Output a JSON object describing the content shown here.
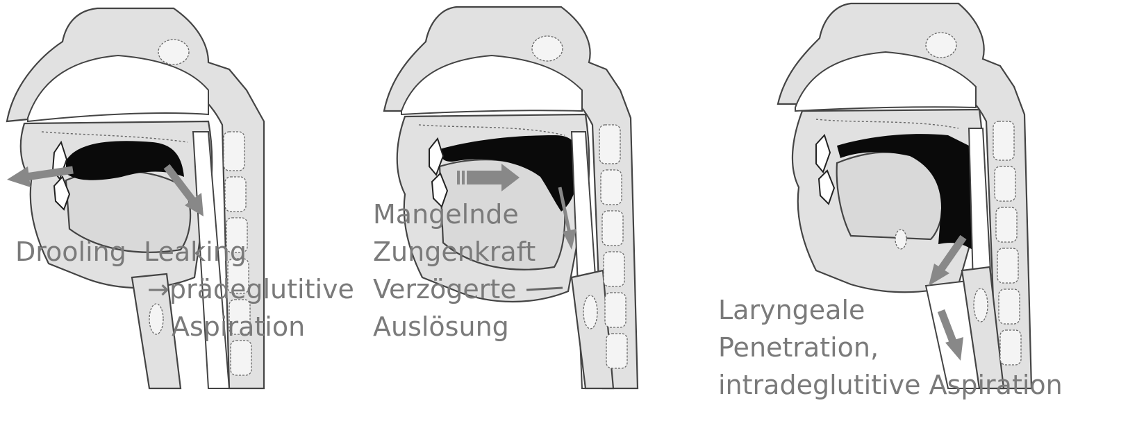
{
  "panels": [
    {
      "labels": {
        "drooling": "Drooling",
        "leaking": "Leaking",
        "praedeglutitive": "→prädeglutitive",
        "aspiration": "Aspiration"
      }
    },
    {
      "labels": {
        "mangelnde": "Mangelnde",
        "zungenkraft": "Zungenkraft",
        "verzoegerte": "Verzögerte",
        "ausloesung": "Auslösung"
      }
    },
    {
      "labels": {
        "laryngeale": "Laryngeale",
        "penetration": "Penetration,",
        "intradeglutitive": "intradeglutitive Aspiration"
      }
    }
  ],
  "colors": {
    "label_text": "#7a7a7a",
    "arrow": "#888888",
    "bolus": "#0a0a0a",
    "tissue": "#e1e1e1"
  }
}
